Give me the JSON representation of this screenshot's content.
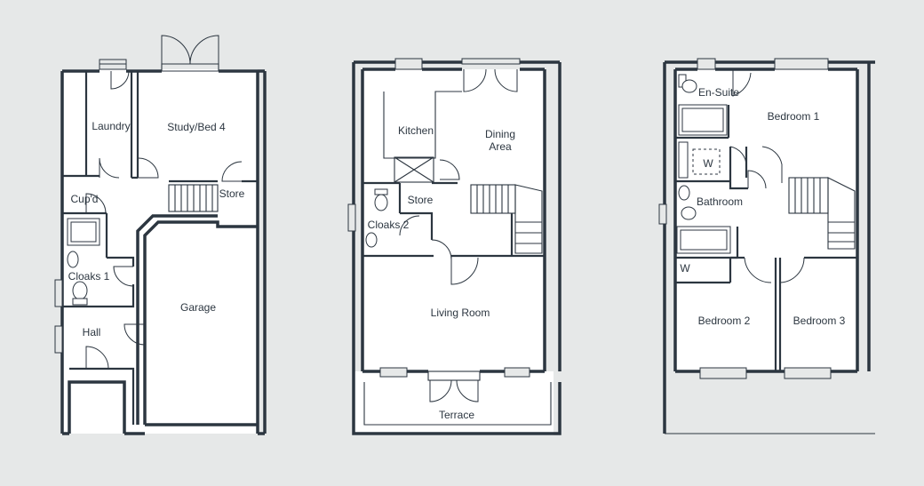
{
  "floors": [
    {
      "id": "ground",
      "rooms": {
        "laundry": "Laundry",
        "study": "Study/Bed 4",
        "cupboard": "Cup'd",
        "store": "Store",
        "cloaks": "Cloaks 1",
        "garage": "Garage",
        "hall": "Hall"
      }
    },
    {
      "id": "first",
      "rooms": {
        "kitchen": "Kitchen",
        "dining_line1": "Dining",
        "dining_line2": "Area",
        "store": "Store",
        "cloaks": "Cloaks 2",
        "living": "Living Room",
        "terrace": "Terrace"
      }
    },
    {
      "id": "second",
      "rooms": {
        "ensuite": "En-Suite",
        "bedroom1": "Bedroom 1",
        "wardrobe1": "W",
        "bathroom": "Bathroom",
        "wardrobe2": "W",
        "bedroom2": "Bedroom 2",
        "bedroom3": "Bedroom 3"
      }
    }
  ]
}
